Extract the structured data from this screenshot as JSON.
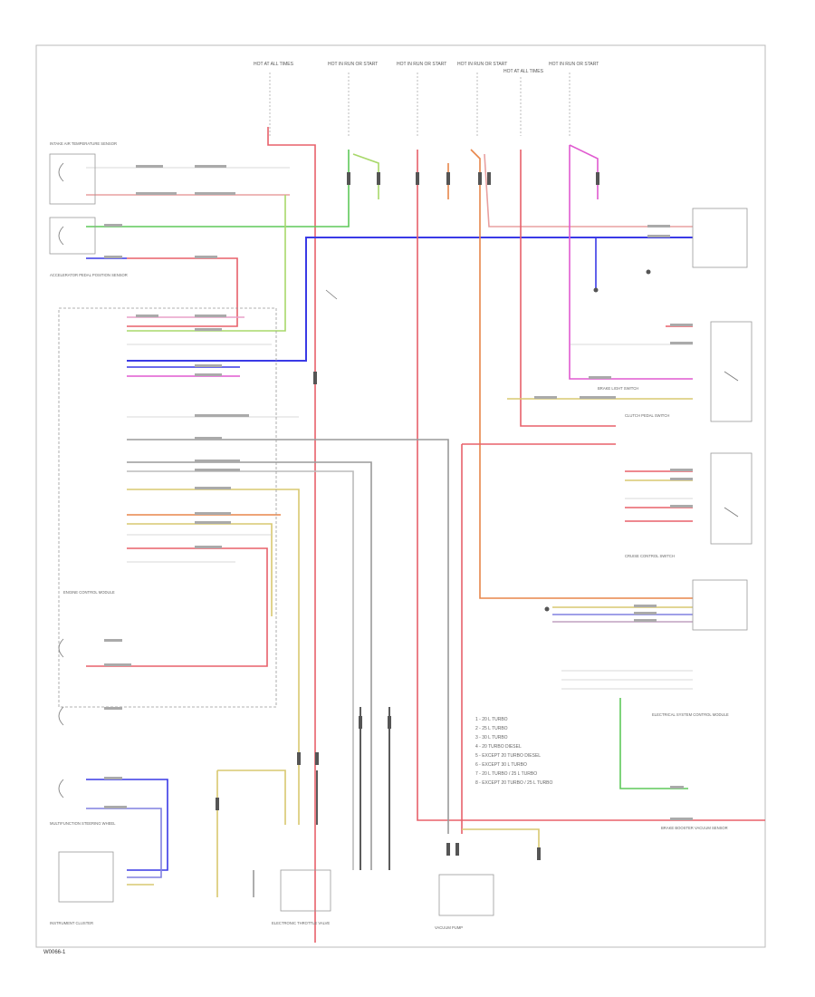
{
  "diagram": {
    "diagram_id": "W0066-1",
    "legend": [
      "1 - 20 L TURBO",
      "2 - 25 L TURBO",
      "3 - 30 L TURBO",
      "4 - 20 TURBO DIESEL",
      "5 - EXCEPT 20 TURBO DIESEL",
      "6 - EXCEPT 30 L TURBO",
      "7 - 20 L TURBO / 25 L TURBO",
      "8 - EXCEPT 20 TURBO / 25 L TURBO"
    ],
    "fuse_sources": [
      "HOT AT ALL TIMES",
      "HOT IN RUN OR START",
      "HOT IN RUN OR START",
      "HOT IN RUN OR START",
      "HOT AT ALL TIMES",
      "HOT IN RUN OR START"
    ],
    "components": [
      "ENGINE CONTROL MODULE",
      "ACCELERATOR PEDAL POSITION SENSOR",
      "INTAKE AIR TEMPERATURE SENSOR",
      "BRAKE LIGHT SWITCH",
      "CLUTCH PEDAL SWITCH",
      "CRUISE CONTROL SWITCH",
      "INSTRUMENT CLUSTER",
      "MULTIFUNCTION STEERING WHEEL",
      "ELECTRONIC THROTTLE VALVE",
      "VACUUM PUMP",
      "ELECTRICAL SYSTEM CONTROL MODULE",
      "BRAKE BOOSTER VACUUM SENSOR"
    ],
    "wire_colors": {
      "red": "#e8606a",
      "green": "#5ec85a",
      "blue": "#3a3ae6",
      "pink": "#e05ad0",
      "orange": "#e8864a",
      "yellow": "#d8c870",
      "gray": "#9a9a9a",
      "black": "#333333"
    }
  }
}
